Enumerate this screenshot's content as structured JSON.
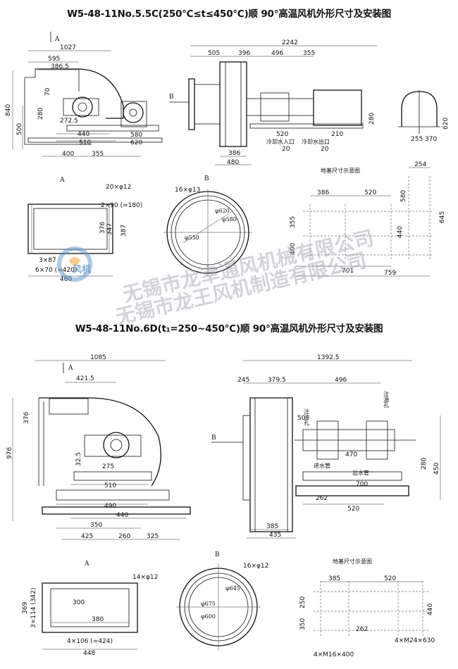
{
  "titles": {
    "top": "W5-48-11No.5.5C(250℃≤t≤450℃)顺 90°高温风机外形尺寸及安装图",
    "bottom": "W5-48-11No.6D(t₁=250~450℃)顺 90°高温风机外形尺寸及安装图"
  },
  "watermark": {
    "line1": "无锡市龙幸通风机械有限公司",
    "line2": "无锡市龙王风机制造有限公司",
    "logo_text": "风机"
  },
  "top": {
    "side_view": {
      "dims": [
        "1027",
        "595",
        "386.5",
        "70",
        "280",
        "272.5",
        "840",
        "500",
        "440",
        "510",
        "580",
        "620",
        "400",
        "355"
      ],
      "arrow_label": "A"
    },
    "front_view": {
      "dims": [
        "2242",
        "505",
        "396",
        "496",
        "355",
        "280",
        "520",
        "210",
        "20",
        "386",
        "480",
        "20"
      ],
      "notes": [
        "冷却水入口",
        "冷却水出口"
      ],
      "arrow_label": "B"
    },
    "end_view": {
      "dims": [
        "620",
        "255",
        "370"
      ]
    },
    "view_a": {
      "label": "A",
      "dims": [
        "20×φ12",
        "2×90 (=180)",
        "376",
        "347",
        "387",
        "3×87",
        "6×70 (=420)",
        "460"
      ]
    },
    "view_b": {
      "label": "B",
      "dims": [
        "16×φ13",
        "φ620",
        "φ580",
        "φ550"
      ]
    },
    "foundation": {
      "title": "地基尺寸示意图",
      "dims": [
        "254",
        "386",
        "520",
        "580",
        "645",
        "355",
        "440",
        "400",
        "701",
        "759"
      ]
    }
  },
  "bottom": {
    "side_view": {
      "dims": [
        "1085",
        "421.5",
        "376",
        "976",
        "32.5",
        "275",
        "510",
        "490",
        "440",
        "350",
        "425",
        "260",
        "325"
      ],
      "arrow_label": "A"
    },
    "front_view": {
      "dims": [
        "1392.5",
        "245",
        "379.5",
        "496",
        "50",
        "470",
        "280",
        "450",
        "700",
        "262",
        "520",
        "385",
        "435"
      ],
      "notes": [
        "注油孔",
        "注油孔",
        "进水管",
        "出水管"
      ],
      "arrow_label": "B"
    },
    "view_a": {
      "label": "A",
      "dims": [
        "14×φ12",
        "369",
        "3×114 (342)",
        "300",
        "380",
        "4×106 (=424)",
        "448"
      ]
    },
    "view_b": {
      "label": "B",
      "dims": [
        "16×φ12",
        "φ645",
        "φ675",
        "φ600"
      ]
    },
    "foundation": {
      "title": "地基尺寸示意图",
      "dims": [
        "385",
        "520",
        "250",
        "350",
        "440",
        "262",
        "4×M16×400",
        "4×M24×630"
      ]
    }
  }
}
